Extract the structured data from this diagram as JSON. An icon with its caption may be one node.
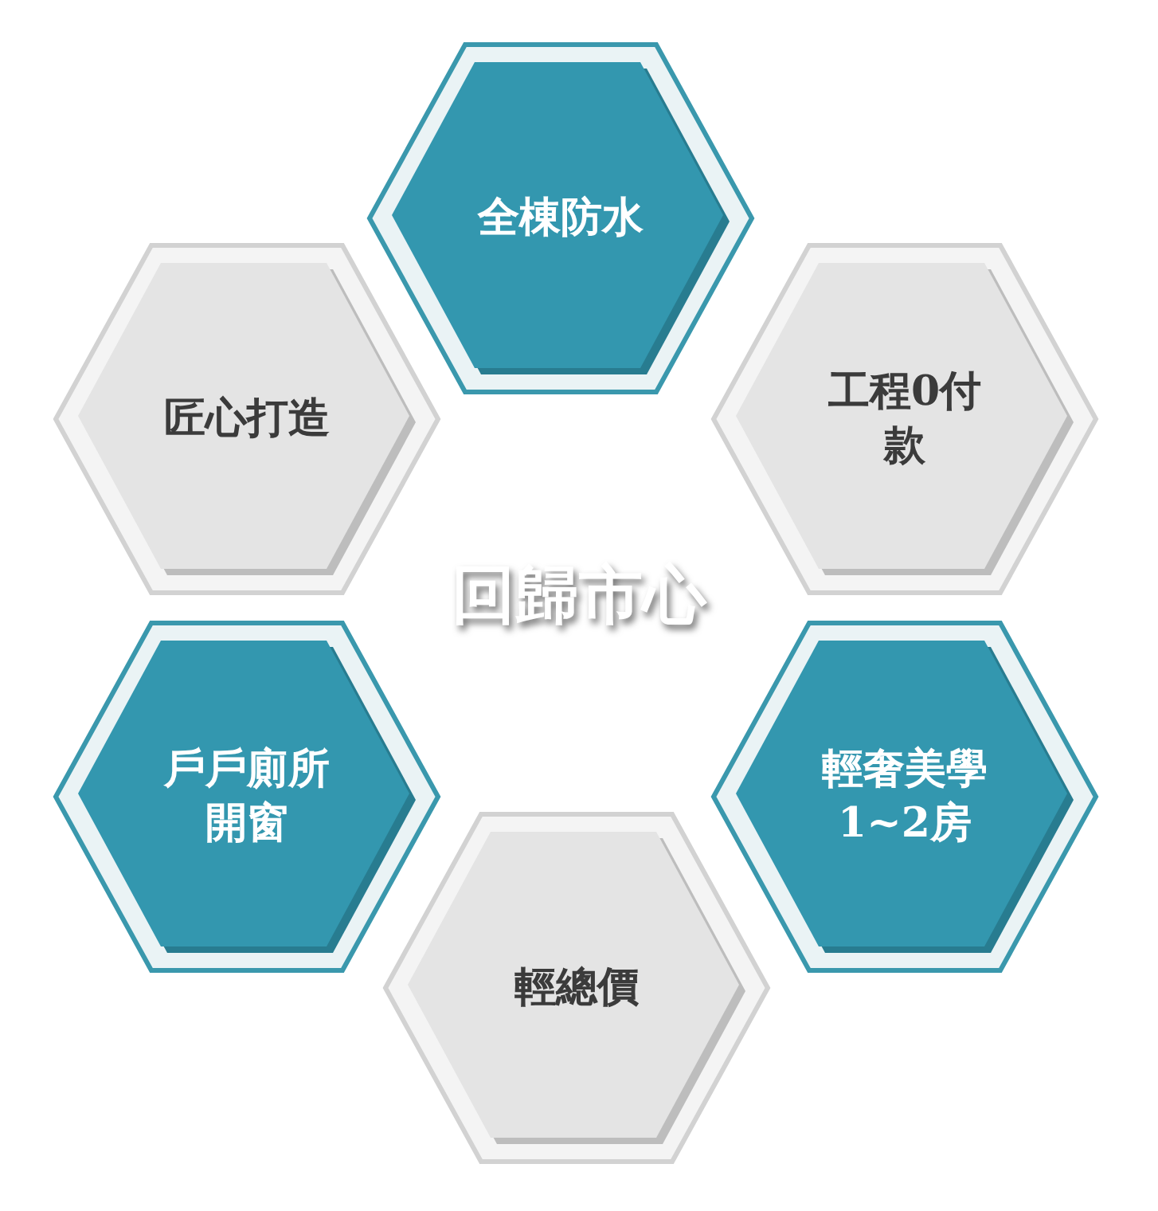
{
  "diagram": {
    "title": "回歸市心",
    "nodes": [
      {
        "text": [
          "全棟防水"
        ]
      },
      {
        "text": [
          "匠心打造"
        ]
      },
      {
        "text": [
          "工程0付款"
        ]
      },
      {
        "text": [
          "戶戶廁所開窗"
        ]
      },
      {
        "text": [
          "輕奢美學1~2房"
        ]
      },
      {
        "text": [
          "輕總價"
        ]
      }
    ],
    "edges": []
  }
}
